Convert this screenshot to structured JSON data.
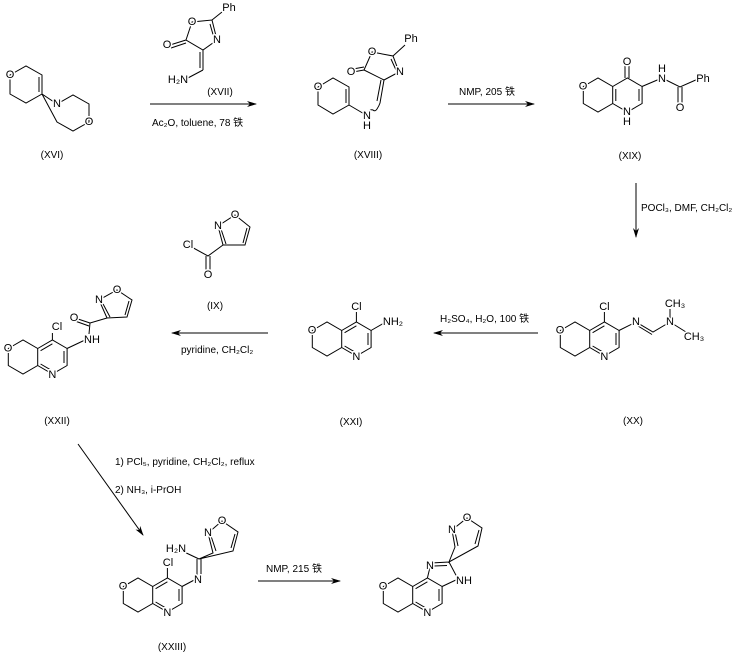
{
  "compounds": {
    "xvi": {
      "label": "(XVI)",
      "atoms": {
        "o1": "O",
        "n": "N",
        "o2": "O"
      }
    },
    "xvii": {
      "label": "(XVII)",
      "atoms": {
        "o_exo": "O",
        "o_ring": "O",
        "n": "N",
        "ph": "Ph",
        "nh2": "H₂N"
      }
    },
    "xviii": {
      "label": "(XVIII)",
      "atoms": {
        "o_pyran": "O",
        "n": "N",
        "h": "H",
        "o_exo": "O",
        "o_ring": "O",
        "n_ring": "N",
        "ph": "Ph"
      }
    },
    "xix": {
      "label": "(XIX)",
      "atoms": {
        "o_pyran": "O",
        "n1": "N",
        "h1": "H",
        "o_keto": "O",
        "n_amide": "N",
        "h_amide": "H",
        "o_amide": "O",
        "ph": "Ph"
      }
    },
    "xx": {
      "label": "(XX)",
      "atoms": {
        "o_pyran": "O",
        "n_py": "N",
        "cl": "Cl",
        "n_imine": "N",
        "n_me": "N",
        "ch3a": "CH₃",
        "ch3b": "CH₃"
      }
    },
    "xxi": {
      "label": "(XXI)",
      "atoms": {
        "o_pyran": "O",
        "n_py": "N",
        "cl": "Cl",
        "nh2": "NH₂"
      }
    },
    "ix": {
      "label": "(IX)",
      "atoms": {
        "cl": "Cl",
        "o_carbonyl": "O",
        "n": "N",
        "o": "O"
      }
    },
    "xxii": {
      "label": "(XXII)",
      "atoms": {
        "o_pyran": "O",
        "n_py": "N",
        "cl": "Cl",
        "nh": "NH",
        "o_carbonyl": "O",
        "n_isox": "N",
        "o_isox": "O"
      }
    },
    "xxiii": {
      "label": "(XXIII)",
      "atoms": {
        "o_pyran": "O",
        "n_py": "N",
        "cl": "Cl",
        "n_imine": "N",
        "h2n": "H₂N",
        "n_isox": "N",
        "o_isox": "O"
      }
    },
    "product": {
      "atoms": {
        "o_pyran": "O",
        "n_py": "N",
        "n1": "N",
        "nh": "NH",
        "n_isox": "N",
        "o_isox": "O"
      }
    }
  },
  "reactions": {
    "step1": {
      "reagent_above": "(XVII)",
      "conditions": "Ac₂O, toluene, 78 铁"
    },
    "step2": {
      "conditions": "NMP, 205 铁"
    },
    "step3": {
      "conditions": "POCl₃, DMF, CH₂Cl₂"
    },
    "step4": {
      "conditions": "H₂SO₄, H₂O, 100 铁"
    },
    "step5": {
      "conditions": "pyridine, CH₂Cl₂"
    },
    "step6": {
      "conditions_1": "1) PCl₅, pyridine, CH₂Cl₂, reflux",
      "conditions_2": "2) NH₃, i-PrOH"
    },
    "step7": {
      "conditions": "NMP, 215 铁"
    }
  }
}
